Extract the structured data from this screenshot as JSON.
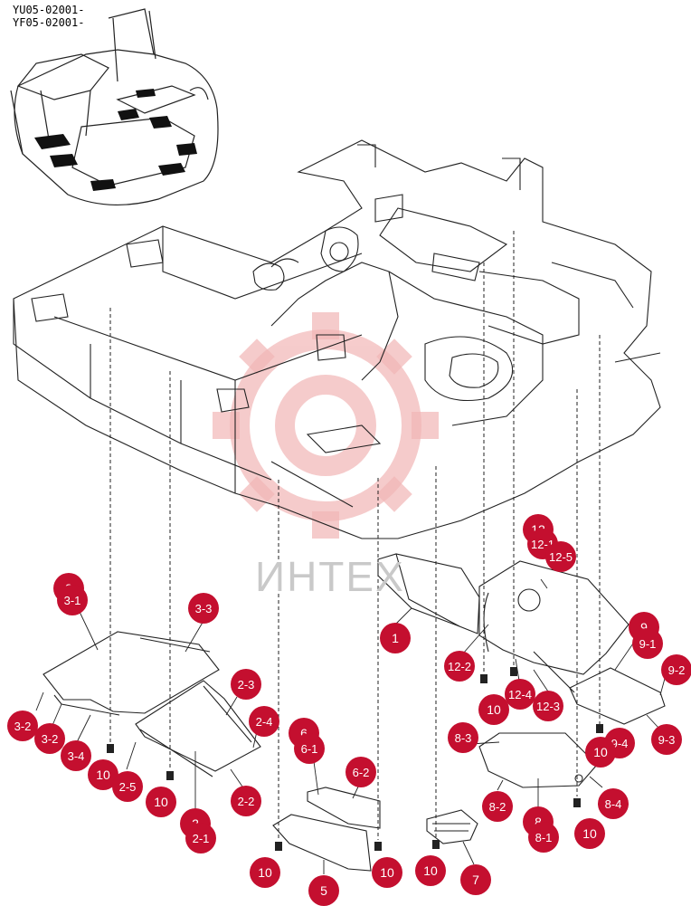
{
  "serials": [
    "YU05-02001-",
    "YF05-02001-"
  ],
  "watermark": "ИНТЕХ",
  "callouts": [
    "3",
    "3-1",
    "3-3",
    "3-2",
    "3-2",
    "3-4",
    "10",
    "2-5",
    "10",
    "2-3",
    "2-4",
    "2",
    "2-1",
    "2-2",
    "6",
    "6-1",
    "6-2",
    "10",
    "5",
    "10",
    "1",
    "12",
    "12-1",
    "12-5",
    "12-2",
    "10",
    "12-4",
    "12-3",
    "9",
    "9-1",
    "9-2",
    "9-3",
    "9-4",
    "10",
    "8-3",
    "8-2",
    "8-4",
    "8",
    "8-1",
    "10",
    "7",
    "10"
  ],
  "colors": {
    "callout": "#c40f2f",
    "line": "#222222",
    "watermark": "#e8a0a0"
  }
}
